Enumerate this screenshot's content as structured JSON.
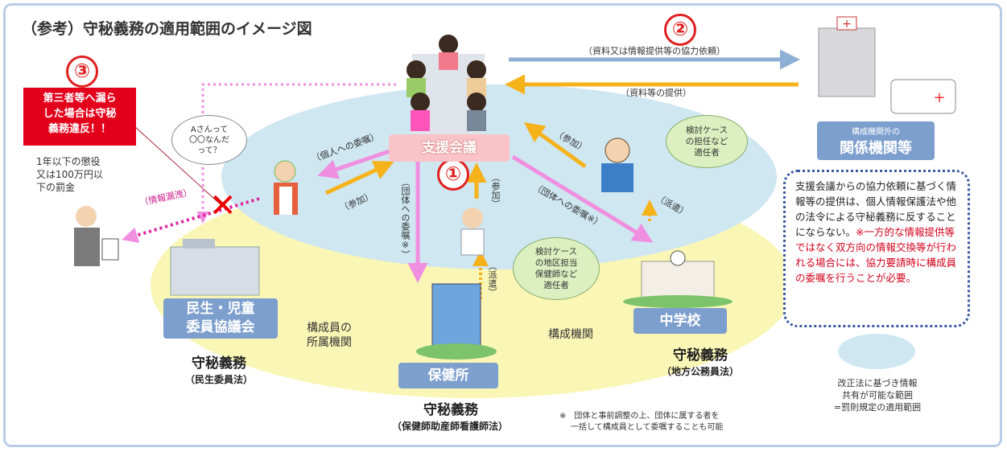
{
  "title": "（参考）守秘義務の適用範囲のイメージ図",
  "markers": {
    "one": "①",
    "two": "②",
    "three": "③"
  },
  "warning_box": {
    "line1": "第三者等へ漏ら",
    "line2": "した場合は守秘",
    "line3": "義務違反！！"
  },
  "penalty": {
    "line1": "1年以下の懲役",
    "line2": "又は100万円以",
    "line3": "下の罰金"
  },
  "leak_label": "（情報漏洩）",
  "bubble_a": {
    "line1": "Aさんって",
    "line2": "〇〇なんだ",
    "line3": "って？"
  },
  "center": {
    "label": "支援会議"
  },
  "arrows": {
    "request": "（資料又は情報提供等の協力依頼）",
    "provide": "（資料等の提供）",
    "to_individual": "（個人への委嘱）",
    "join_left": "（参加）",
    "to_org_down": "（団体への委嘱※）",
    "join_center": "（参加）",
    "to_org_right": "（団体への委嘱※）",
    "join_right": "（参加）",
    "dispatch_right": "（派遣）",
    "dispatch_center": "（派遣）"
  },
  "bubble_right": {
    "line1": "検討ケース",
    "line2": "の担任など",
    "line3": "適任者"
  },
  "bubble_center": {
    "line1": "検討ケース",
    "line2": "の地区担当",
    "line3": "保健師など",
    "line4": "適任者"
  },
  "external": {
    "small": "構成機関外の",
    "main": "関係機関等"
  },
  "dotted_note": {
    "black": "支援会議からの協力依頼に基づく情報等の提供は、個人情報保護法や他の法令による守秘義務に反することにならない。",
    "red": "※一方的な情報提供等ではなく双方向の情報交換等が行われる場合には、協力要請時に構成員の委嘱を行うことが必要。"
  },
  "nodes": {
    "minsei": {
      "line1": "民生・児童",
      "line2": "委員協議会",
      "duty": "守秘義務",
      "law": "（民生委員法）"
    },
    "hokenjo": {
      "label": "保健所",
      "duty": "守秘義務",
      "law": "（保健師助産師看護師法）"
    },
    "school": {
      "label": "中学校",
      "duty": "守秘義務",
      "law": "（地方公務員法）"
    }
  },
  "member_affiliation": {
    "line1": "構成員の",
    "line2": "所属機関"
  },
  "member_org": "構成機関",
  "legend": {
    "line1": "改正法に基づき情報",
    "line2": "共有が可能な範囲",
    "line3": "=罰則規定の適用範囲"
  },
  "footnote": {
    "line1": "※　団体と事前調整の上、団体に属する者を",
    "line2": "一括して構成員として委嘱することも可能"
  },
  "colors": {
    "pink_arrow": "#f08fe0",
    "orange_arrow": "#f6b21b",
    "blue_arrow": "#8fb0d6",
    "red": "#e3001b",
    "node_blue": "#7d9fcd",
    "center_pink": "#f9c3c8"
  }
}
